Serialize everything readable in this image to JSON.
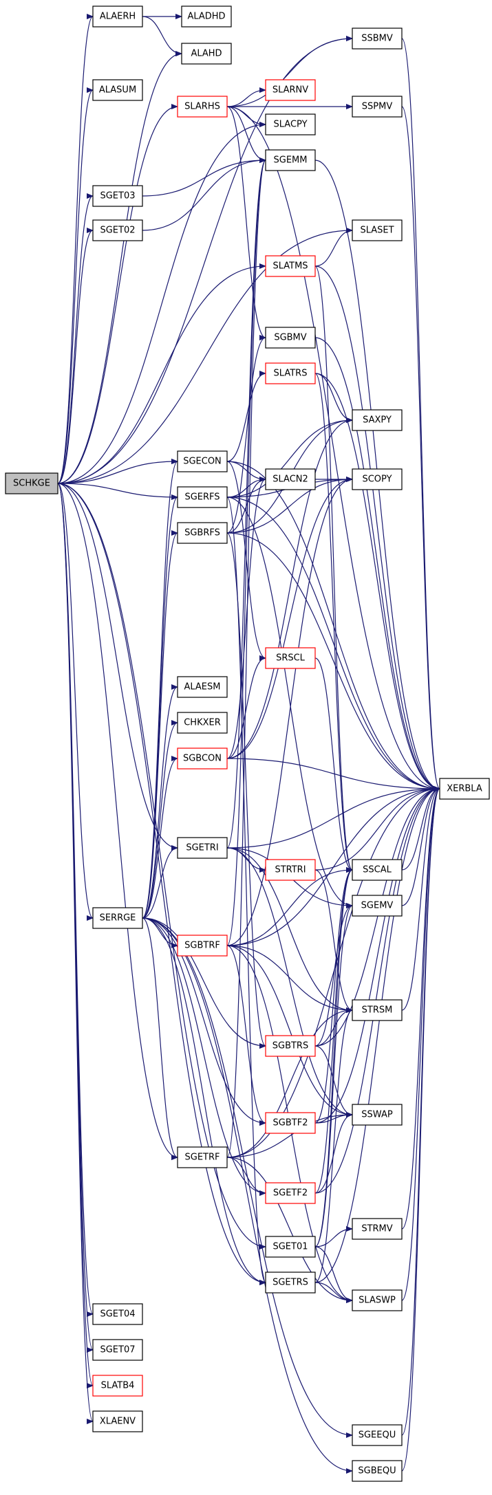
{
  "colors": {
    "edge": "#191970",
    "node_border": "#000000",
    "undocumented_border": "#ff0000",
    "root_fill": "#bfbfbf",
    "node_fill": "#ffffff",
    "text": "#000000"
  },
  "nodes": [
    {
      "id": "SCHKGE",
      "label": "SCHKGE",
      "style": "root"
    },
    {
      "id": "ALAERH",
      "label": "ALAERH",
      "style": "normal"
    },
    {
      "id": "ALADHD",
      "label": "ALADHD",
      "style": "normal"
    },
    {
      "id": "ALAHD",
      "label": "ALAHD",
      "style": "normal"
    },
    {
      "id": "ALASUM",
      "label": "ALASUM",
      "style": "normal"
    },
    {
      "id": "SLARHS",
      "label": "SLARHS",
      "style": "red"
    },
    {
      "id": "SSBMV",
      "label": "SSBMV",
      "style": "normal"
    },
    {
      "id": "SLARNV",
      "label": "SLARNV",
      "style": "red"
    },
    {
      "id": "SSPMV",
      "label": "SSPMV",
      "style": "normal"
    },
    {
      "id": "SLACPY",
      "label": "SLACPY",
      "style": "normal"
    },
    {
      "id": "SGEMM",
      "label": "SGEMM",
      "style": "normal"
    },
    {
      "id": "SGET03",
      "label": "SGET03",
      "style": "normal"
    },
    {
      "id": "SGET02",
      "label": "SGET02",
      "style": "normal"
    },
    {
      "id": "SLASET",
      "label": "SLASET",
      "style": "normal"
    },
    {
      "id": "SLATMS",
      "label": "SLATMS",
      "style": "red"
    },
    {
      "id": "SGBMV",
      "label": "SGBMV",
      "style": "normal"
    },
    {
      "id": "SLATRS",
      "label": "SLATRS",
      "style": "red"
    },
    {
      "id": "SAXPY",
      "label": "SAXPY",
      "style": "normal"
    },
    {
      "id": "SGECON",
      "label": "SGECON",
      "style": "normal"
    },
    {
      "id": "SGERFS",
      "label": "SGERFS",
      "style": "normal"
    },
    {
      "id": "SLACN2",
      "label": "SLACN2",
      "style": "normal"
    },
    {
      "id": "SCOPY",
      "label": "SCOPY",
      "style": "normal"
    },
    {
      "id": "SGBRFS",
      "label": "SGBRFS",
      "style": "normal"
    },
    {
      "id": "SRSCL",
      "label": "SRSCL",
      "style": "red"
    },
    {
      "id": "ALAESM",
      "label": "ALAESM",
      "style": "normal"
    },
    {
      "id": "CHKXER",
      "label": "CHKXER",
      "style": "normal"
    },
    {
      "id": "SGBCON",
      "label": "SGBCON",
      "style": "red"
    },
    {
      "id": "XERBLA",
      "label": "XERBLA",
      "style": "normal"
    },
    {
      "id": "SGETRI",
      "label": "SGETRI",
      "style": "normal"
    },
    {
      "id": "STRTRI",
      "label": "STRTRI",
      "style": "red"
    },
    {
      "id": "SSCAL",
      "label": "SSCAL",
      "style": "normal"
    },
    {
      "id": "SERRGE",
      "label": "SERRGE",
      "style": "normal"
    },
    {
      "id": "SGEMV",
      "label": "SGEMV",
      "style": "normal"
    },
    {
      "id": "SGBTRF",
      "label": "SGBTRF",
      "style": "red"
    },
    {
      "id": "STRSM",
      "label": "STRSM",
      "style": "normal"
    },
    {
      "id": "SGBTRS",
      "label": "SGBTRS",
      "style": "red"
    },
    {
      "id": "SSWAP",
      "label": "SSWAP",
      "style": "normal"
    },
    {
      "id": "SGBTF2",
      "label": "SGBTF2",
      "style": "red"
    },
    {
      "id": "SGETRF",
      "label": "SGETRF",
      "style": "normal"
    },
    {
      "id": "SGETF2",
      "label": "SGETF2",
      "style": "red"
    },
    {
      "id": "STRMV",
      "label": "STRMV",
      "style": "normal"
    },
    {
      "id": "SGET01",
      "label": "SGET01",
      "style": "normal"
    },
    {
      "id": "SGETRS",
      "label": "SGETRS",
      "style": "normal"
    },
    {
      "id": "SLASWP",
      "label": "SLASWP",
      "style": "normal"
    },
    {
      "id": "SGET04",
      "label": "SGET04",
      "style": "normal"
    },
    {
      "id": "SGET07",
      "label": "SGET07",
      "style": "normal"
    },
    {
      "id": "SLATB4",
      "label": "SLATB4",
      "style": "red"
    },
    {
      "id": "XLAENV",
      "label": "XLAENV",
      "style": "normal"
    },
    {
      "id": "SGEEQU",
      "label": "SGEEQU",
      "style": "normal"
    },
    {
      "id": "SGBEQU",
      "label": "SGBEQU",
      "style": "normal"
    }
  ],
  "edges": [
    [
      "SCHKGE",
      "ALAERH"
    ],
    [
      "SCHKGE",
      "ALAHD"
    ],
    [
      "SCHKGE",
      "ALASUM"
    ],
    [
      "SCHKGE",
      "SLARHS"
    ],
    [
      "SCHKGE",
      "SSBMV"
    ],
    [
      "SCHKGE",
      "SLACPY"
    ],
    [
      "SCHKGE",
      "SGET03"
    ],
    [
      "SCHKGE",
      "SGET02"
    ],
    [
      "SCHKGE",
      "SLASET"
    ],
    [
      "SCHKGE",
      "SLATMS"
    ],
    [
      "SCHKGE",
      "SGECON"
    ],
    [
      "SCHKGE",
      "SGERFS"
    ],
    [
      "SCHKGE",
      "SGETRI"
    ],
    [
      "SCHKGE",
      "SERRGE"
    ],
    [
      "SCHKGE",
      "SGETRF"
    ],
    [
      "SCHKGE",
      "SGET01"
    ],
    [
      "SCHKGE",
      "SGETRS"
    ],
    [
      "SCHKGE",
      "SGET04"
    ],
    [
      "SCHKGE",
      "SGET07"
    ],
    [
      "SCHKGE",
      "SLATB4"
    ],
    [
      "SCHKGE",
      "XLAENV"
    ],
    [
      "ALAERH",
      "ALADHD"
    ],
    [
      "ALAERH",
      "ALAHD"
    ],
    [
      "SLARHS",
      "SSBMV"
    ],
    [
      "SLARHS",
      "SLARNV"
    ],
    [
      "SLARHS",
      "SSPMV"
    ],
    [
      "SLARHS",
      "SLACPY"
    ],
    [
      "SLARHS",
      "SGEMM"
    ],
    [
      "SLARHS",
      "SGBMV"
    ],
    [
      "SLARHS",
      "XERBLA"
    ],
    [
      "SSBMV",
      "XERBLA"
    ],
    [
      "SSPMV",
      "XERBLA"
    ],
    [
      "SGEMM",
      "XERBLA"
    ],
    [
      "SGET03",
      "SGEMM"
    ],
    [
      "SGET02",
      "SGEMM"
    ],
    [
      "SLATMS",
      "SLASET"
    ],
    [
      "SLATMS",
      "XERBLA"
    ],
    [
      "SLATMS",
      "SSCAL"
    ],
    [
      "SGBMV",
      "XERBLA"
    ],
    [
      "SLATRS",
      "SAXPY"
    ],
    [
      "SLATRS",
      "XERBLA"
    ],
    [
      "SLATRS",
      "SSCAL"
    ],
    [
      "SGECON",
      "SLATRS"
    ],
    [
      "SGECON",
      "SLACN2"
    ],
    [
      "SGECON",
      "SRSCL"
    ],
    [
      "SGECON",
      "XERBLA"
    ],
    [
      "SGERFS",
      "SAXPY"
    ],
    [
      "SGERFS",
      "SLACN2"
    ],
    [
      "SGERFS",
      "SCOPY"
    ],
    [
      "SGERFS",
      "SGEMV"
    ],
    [
      "SGERFS",
      "SGETRS"
    ],
    [
      "SGERFS",
      "XERBLA"
    ],
    [
      "SLACN2",
      "SCOPY"
    ],
    [
      "SGBRFS",
      "SAXPY"
    ],
    [
      "SGBRFS",
      "SLACN2"
    ],
    [
      "SGBRFS",
      "SCOPY"
    ],
    [
      "SGBRFS",
      "SGBMV"
    ],
    [
      "SGBRFS",
      "SGBTRS"
    ],
    [
      "SGBRFS",
      "XERBLA"
    ],
    [
      "SRSCL",
      "SSCAL"
    ],
    [
      "SGBCON",
      "SRSCL"
    ],
    [
      "SGBCON",
      "SLACN2"
    ],
    [
      "SGBCON",
      "SAXPY"
    ],
    [
      "SGBCON",
      "SCOPY"
    ],
    [
      "SGBCON",
      "XERBLA"
    ],
    [
      "SGETRI",
      "SGEMM"
    ],
    [
      "SGETRI",
      "SGEMV"
    ],
    [
      "SGETRI",
      "STRTRI"
    ],
    [
      "SGETRI",
      "STRSM"
    ],
    [
      "SGETRI",
      "SSWAP"
    ],
    [
      "SGETRI",
      "XERBLA"
    ],
    [
      "STRTRI",
      "STRSM"
    ],
    [
      "STRTRI",
      "XERBLA"
    ],
    [
      "SSCAL",
      "XERBLA"
    ],
    [
      "SGEMV",
      "XERBLA"
    ],
    [
      "STRSM",
      "XERBLA"
    ],
    [
      "SERRGE",
      "ALAESM"
    ],
    [
      "SERRGE",
      "CHKXER"
    ],
    [
      "SERRGE",
      "SGBCON"
    ],
    [
      "SERRGE",
      "SGETRI"
    ],
    [
      "SERRGE",
      "SGECON"
    ],
    [
      "SERRGE",
      "SGERFS"
    ],
    [
      "SERRGE",
      "SGBRFS"
    ],
    [
      "SERRGE",
      "SGBTRF"
    ],
    [
      "SERRGE",
      "SGBTRS"
    ],
    [
      "SERRGE",
      "SGBTF2"
    ],
    [
      "SERRGE",
      "SGETRF"
    ],
    [
      "SERRGE",
      "SGETF2"
    ],
    [
      "SERRGE",
      "SGETRS"
    ],
    [
      "SERRGE",
      "SGEEQU"
    ],
    [
      "SERRGE",
      "SGBEQU"
    ],
    [
      "SGBTRF",
      "SGEMM"
    ],
    [
      "SGBTRF",
      "SCOPY"
    ],
    [
      "SGBTRF",
      "SSCAL"
    ],
    [
      "SGBTRF",
      "STRSM"
    ],
    [
      "SGBTRF",
      "SSWAP"
    ],
    [
      "SGBTRF",
      "SGBTF2"
    ],
    [
      "SGBTRF",
      "SLASWP"
    ],
    [
      "SGBTRF",
      "XERBLA"
    ],
    [
      "SGBTRS",
      "SGEMV"
    ],
    [
      "SGBTRS",
      "STRSM"
    ],
    [
      "SGBTRS",
      "SSWAP"
    ],
    [
      "SGBTRS",
      "XERBLA"
    ],
    [
      "SGBTF2",
      "SSWAP"
    ],
    [
      "SGBTF2",
      "SSCAL"
    ],
    [
      "SGBTF2",
      "XERBLA"
    ],
    [
      "SGETRF",
      "SGEMM"
    ],
    [
      "SGETRF",
      "STRSM"
    ],
    [
      "SGETRF",
      "SGETF2"
    ],
    [
      "SGETRF",
      "SLASWP"
    ],
    [
      "SGETRF",
      "SSWAP"
    ],
    [
      "SGETRF",
      "XERBLA"
    ],
    [
      "SGETF2",
      "SSWAP"
    ],
    [
      "SGETF2",
      "SSCAL"
    ],
    [
      "SGETF2",
      "XERBLA"
    ],
    [
      "SGET01",
      "STRMV"
    ],
    [
      "SGET01",
      "SSCAL"
    ],
    [
      "SGET01",
      "SGEMV"
    ],
    [
      "SGET01",
      "SLASWP"
    ],
    [
      "STRMV",
      "XERBLA"
    ],
    [
      "SGETRS",
      "STRSM"
    ],
    [
      "SGETRS",
      "SLASWP"
    ],
    [
      "SGETRS",
      "XERBLA"
    ],
    [
      "SLASWP",
      "XERBLA"
    ],
    [
      "SGEEQU",
      "XERBLA"
    ],
    [
      "SGBEQU",
      "XERBLA"
    ]
  ]
}
